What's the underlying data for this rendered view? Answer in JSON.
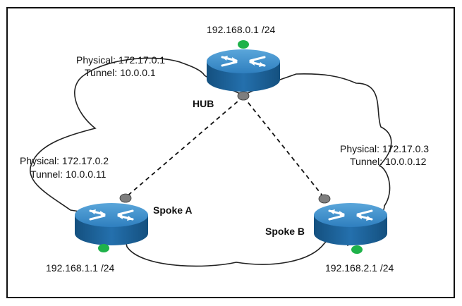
{
  "hub": {
    "lan": "192.168.0.1 /24",
    "physical": "Physical: 172.17.0.1",
    "tunnel": "Tunnel: 10.0.0.1",
    "name": "HUB"
  },
  "spoke_a": {
    "physical": "Physical: 172.17.0.2",
    "tunnel": "Tunnel: 10.0.0.11",
    "name": "Spoke A",
    "lan": "192.168.1.1 /24"
  },
  "spoke_b": {
    "physical": "Physical: 172.17.0.3",
    "tunnel": "Tunnel: 10.0.0.12",
    "name": "Spoke B",
    "lan": "192.168.2.1 /24"
  },
  "colors": {
    "router_top": "#3f8fc9",
    "router_side": "#1b5f99",
    "lan_dot": "#1fb24a",
    "tunnel_dot": "#808080",
    "frame": "#111111"
  }
}
